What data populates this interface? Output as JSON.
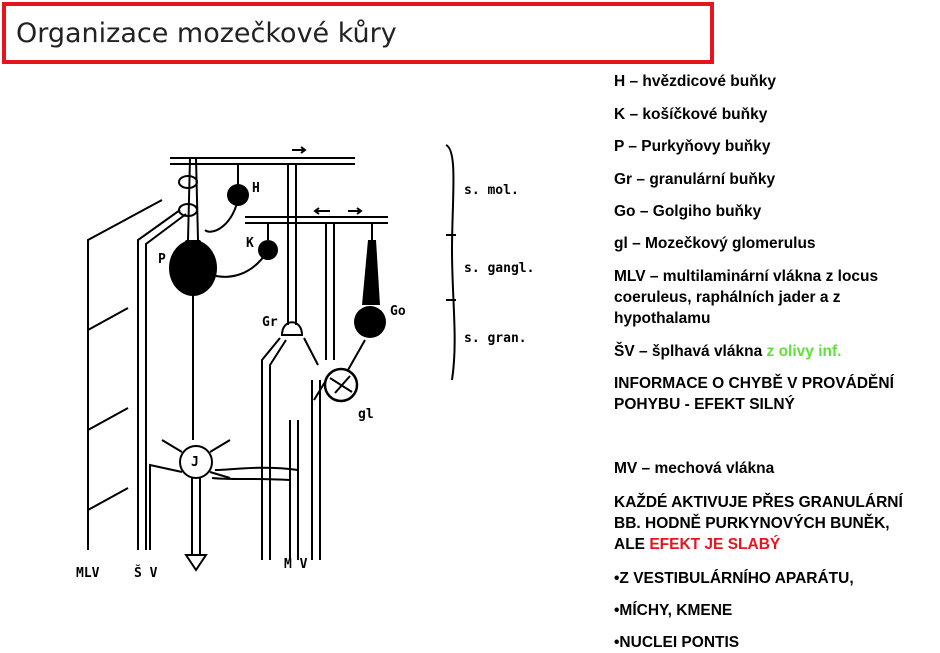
{
  "title": "Organizace mozečkové kůry",
  "legend": {
    "h": "H – hvězdicové buňky",
    "k": "K – košíčkové buňky",
    "p": "P – Purkyňovy buňky",
    "gr": "Gr – granulární buňky",
    "go": "Go – Golgiho buňky",
    "gl": "gl – Mozečkový glomerulus",
    "mlv_1": "MLV – multilaminární vlákna z locus",
    "mlv_2": "coeruleus,  raphálních jader a z",
    "mlv_3": "hypothalamu",
    "sv_prefix": "ŠV – šplhavá vlákna ",
    "sv_source": "z olivy inf.",
    "info_1": "INFORMACE O CHYBĚ V PROVÁDĚNÍ",
    "info_2": "POHYBU - EFEKT SILNÝ",
    "mv": "MV – mechová vlákna",
    "kazde_1": "KAŽDÉ AKTIVUJE PŘES GRANULÁRNÍ",
    "kazde_2": "BB. HODNĚ PURKYNOVÝCH BUNĚK,",
    "kazde_3_prefix": "ALE ",
    "kazde_3_red": "EFEKT JE SLABÝ",
    "src_1": "•Z VESTIBULÁRNÍHO APARÁTU,",
    "src_2": "•MÍCHY, KMENE",
    "src_3": "•NUCLEI PONTIS"
  },
  "diagram": {
    "label_h": "H",
    "label_k": "K",
    "label_p": "P",
    "label_gr": "Gr",
    "label_go": "Go",
    "label_gl": "gl",
    "label_j": "J",
    "layer_mol": "s. mol.",
    "layer_gangl": "s. gangl.",
    "layer_gran": "s. gran.",
    "label_mlv": "MLV",
    "label_sv": "Š V",
    "label_mv": "M V"
  },
  "colors": {
    "accent_red": "#e8141b",
    "accent_green": "#5fe03a"
  }
}
